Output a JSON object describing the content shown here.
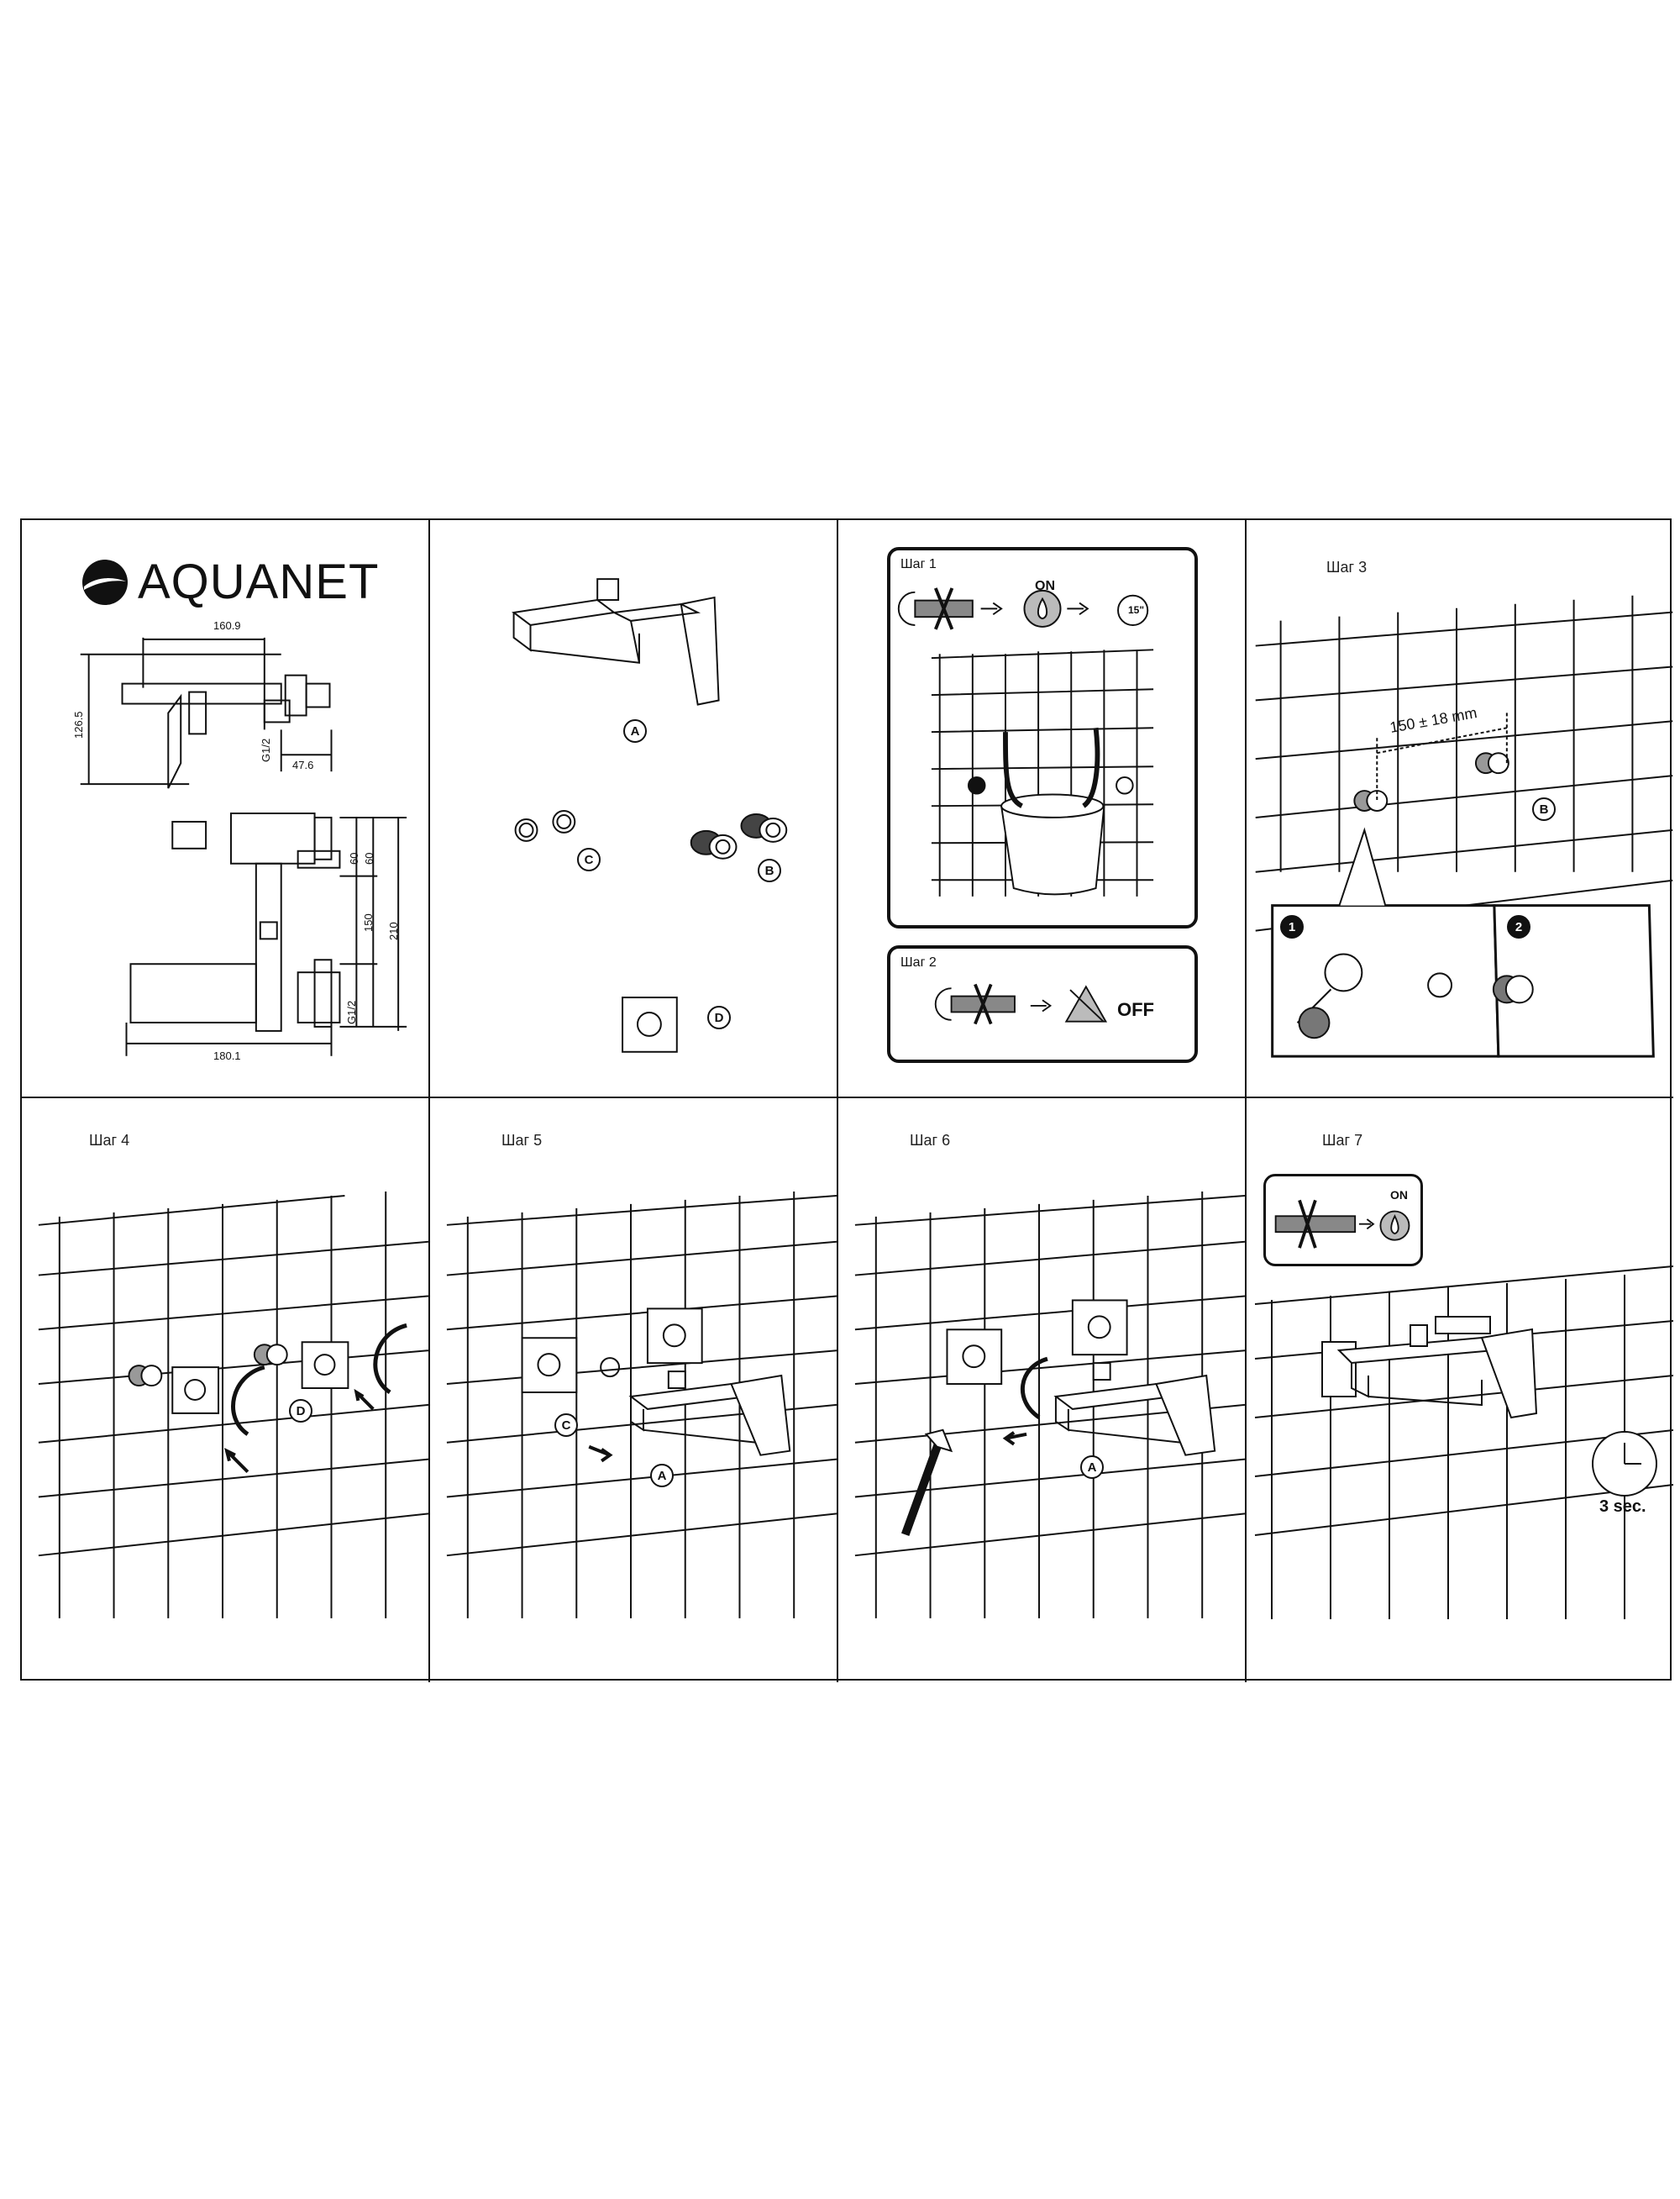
{
  "brand": {
    "name": "AQUANET"
  },
  "dimensions": {
    "top_width": "160.9",
    "height": "126.5",
    "thread_top": "G1/2",
    "depth": "47.6",
    "offset_top": "60",
    "offset_mid": "60",
    "spacing": "150",
    "total_height": "210",
    "thread_bottom": "G1/2",
    "bottom_width": "180.1"
  },
  "parts": {
    "a": "A",
    "b": "B",
    "c": "C",
    "d": "D"
  },
  "steps": {
    "step1": {
      "label": "Шаг 1",
      "on_text": "ON",
      "time_text": "15\""
    },
    "step2": {
      "label": "Шаг 2",
      "off_text": "OFF"
    },
    "step3": {
      "label": "Шаг 3",
      "distance": "150 ± 18 mm",
      "sub1": "1",
      "sub2": "2"
    },
    "step4": {
      "label": "Шаг 4"
    },
    "step5": {
      "label": "Шаг 5"
    },
    "step6": {
      "label": "Шаг 6"
    },
    "step7": {
      "label": "Шаг 7",
      "on_text": "ON",
      "time_text": "3 sec."
    }
  }
}
